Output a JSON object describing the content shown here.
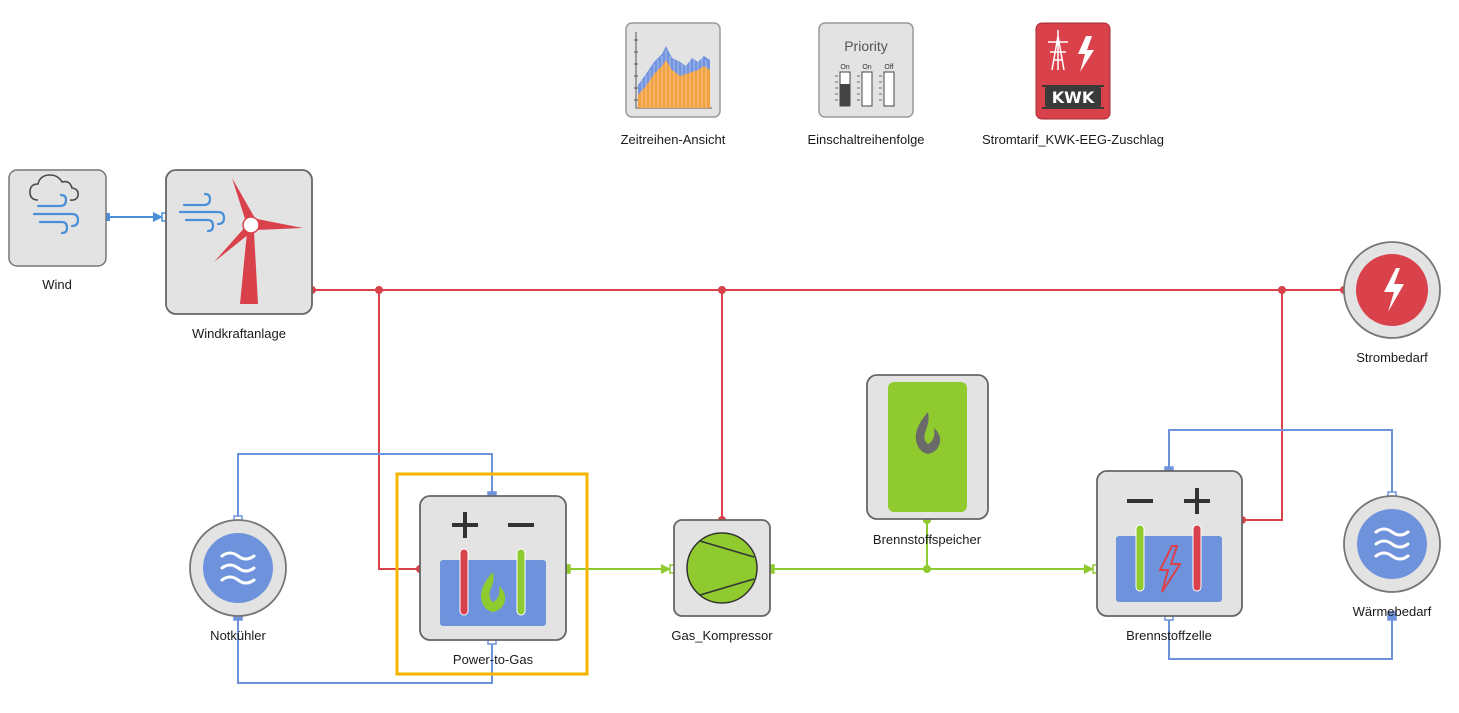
{
  "tools": {
    "timeseries_label": "Zeitreihen-Ansicht",
    "priority_label": "Einschaltreihenfolge",
    "priority_title": "Priority",
    "priority_switches": [
      "On",
      "On",
      "Off"
    ],
    "tariff_label": "Stromtarif_KWK-EEG-Zuschlag",
    "tariff_badge": "KWK"
  },
  "components": {
    "wind": "Wind",
    "windkraftanlage": "Windkraftanlage",
    "strombedarf": "Strombedarf",
    "brennstoffspeicher": "Brennstoffspeicher",
    "notkuehler": "Notkühler",
    "power_to_gas": "Power-to-Gas",
    "gas_kompressor": "Gas_Kompressor",
    "brennstoffzelle": "Brennstoffzelle",
    "waermebedarf": "Wärmebedarf"
  },
  "colors": {
    "electric": "#d9414b",
    "heat": "#6e93dc",
    "gas": "#8fca2e",
    "weather": "#4a90d9",
    "selection": "#f5b400"
  }
}
